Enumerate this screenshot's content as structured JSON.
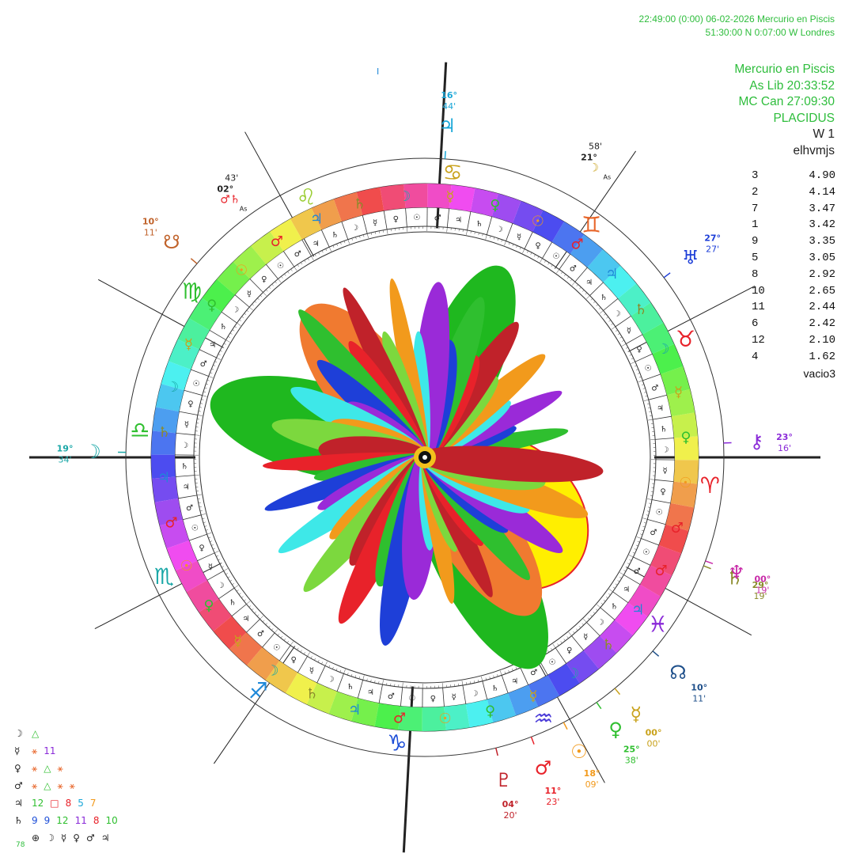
{
  "header": {
    "line1": "22:49:00 (0:00) 06-02-2026  Mercurio en Piscis",
    "line2": "51:30:00 N  0:07:00 W  Londres"
  },
  "info": {
    "title": "Mercurio en Piscis",
    "asc": "As Lib  20:33:52",
    "mc": "MC Can  27:09:30",
    "system": "PLACIDUS",
    "w": "W 1",
    "code": "elhvmjs",
    "vacio": "vacio3"
  },
  "scores": [
    {
      "house": "3",
      "value": "4.90"
    },
    {
      "house": "2",
      "value": "4.14"
    },
    {
      "house": "7",
      "value": "3.47"
    },
    {
      "house": "1",
      "value": "3.42"
    },
    {
      "house": "9",
      "value": "3.35"
    },
    {
      "house": "5",
      "value": "3.05"
    },
    {
      "house": "8",
      "value": "2.92"
    },
    {
      "house": "10",
      "value": "2.65"
    },
    {
      "house": "11",
      "value": "2.44"
    },
    {
      "house": "6",
      "value": "2.42"
    },
    {
      "house": "12",
      "value": "2.10"
    },
    {
      "house": "4",
      "value": "1.62"
    }
  ],
  "colors": {
    "accent_green": "#2ebd3c",
    "mars_red": "#e8222a",
    "venus_green": "#2fbf2f",
    "mercury_gold": "#c9a21c",
    "jupiter_blue": "#1e88d8",
    "saturn_olive": "#8a8a2a",
    "moon_teal": "#1aa7a7",
    "sun_orange": "#f29a1c"
  },
  "signs": [
    {
      "name": "Aries",
      "glyph": "♈",
      "color": "#e8222a"
    },
    {
      "name": "Tauro",
      "glyph": "♉",
      "color": "#e8222a"
    },
    {
      "name": "Géminis",
      "glyph": "♊",
      "color": "#e8662a"
    },
    {
      "name": "Cáncer",
      "glyph": "♋",
      "color": "#c9a21c"
    },
    {
      "name": "Leo",
      "glyph": "♌",
      "color": "#9acd32"
    },
    {
      "name": "Virgo",
      "glyph": "♍",
      "color": "#2fbf2f"
    },
    {
      "name": "Libra",
      "glyph": "♎",
      "color": "#2fbf2f"
    },
    {
      "name": "Escorpio",
      "glyph": "♏",
      "color": "#1aa7a7"
    },
    {
      "name": "Sagitario",
      "glyph": "♐",
      "color": "#1e88d8"
    },
    {
      "name": "Capricornio",
      "glyph": "♑",
      "color": "#1e4fd8"
    },
    {
      "name": "Acuario",
      "glyph": "♒",
      "color": "#4a3ad8"
    },
    {
      "name": "Piscis",
      "glyph": "♓",
      "color": "#8a2ad8"
    }
  ],
  "planet_labels": [
    {
      "name": "pluto",
      "glyph": "♇",
      "color": "#c0222a",
      "deg": "04°",
      "min": "20'",
      "lon": 304.3
    },
    {
      "name": "mars",
      "glyph": "♂",
      "color": "#e8222a",
      "deg": "11°",
      "min": "23'",
      "lon": 311.4
    },
    {
      "name": "sun",
      "glyph": "☉",
      "color": "#f29a1c",
      "deg": "18°",
      "min": "09'",
      "lon": 318.2
    },
    {
      "name": "venus",
      "glyph": "♀",
      "color": "#2fbf2f",
      "deg": "25°",
      "min": "38'",
      "lon": 325.6
    },
    {
      "name": "mercury",
      "glyph": "☿",
      "color": "#c9a21c",
      "deg": "00°",
      "min": "00'",
      "lon": 330.0
    },
    {
      "name": "north-node",
      "glyph": "☊",
      "color": "#1e4f8a",
      "deg": "10°",
      "min": "11'",
      "lon": 340.2
    },
    {
      "name": "saturn",
      "glyph": "♄",
      "color": "#8a8a2a",
      "deg": "29°",
      "min": "19'",
      "lon": 359.3
    },
    {
      "name": "neptune",
      "glyph": "♆",
      "color": "#c82aa8",
      "deg": "00°",
      "min": "19'",
      "lon": 0.3
    },
    {
      "name": "chiron",
      "glyph": "⚷",
      "color": "#8a2ad8",
      "deg": "23°",
      "min": "16'",
      "lon": 23.3
    },
    {
      "name": "uranus",
      "glyph": "♅",
      "color": "#1e3fd8",
      "deg": "27°",
      "min": "27'",
      "lon": 57.5
    },
    {
      "name": "jupiter",
      "glyph": "♃",
      "color": "#1aa7d8",
      "deg": "16°",
      "min": "44'",
      "lon": 106.7
    },
    {
      "name": "south-node",
      "glyph": "☋",
      "color": "#c0622a",
      "deg": "10°",
      "min": "11'",
      "lon": 160.2
    },
    {
      "name": "moon",
      "glyph": "☽",
      "color": "#1aa7a7",
      "deg": "19°",
      "min": "34'",
      "lon": 199.6
    }
  ],
  "as_labels": [
    {
      "name": "moon-as",
      "glyph": "☽",
      "color": "#c9a21c",
      "deg": "21°",
      "min": "58'",
      "tag": "As"
    },
    {
      "name": "mars-saturn-as",
      "glyph": "♂♄",
      "color": "#e8222a",
      "deg": "02°",
      "min": "43'",
      "tag": "As"
    }
  ],
  "aspect_rows": [
    {
      "planet": "☽",
      "items": [
        {
          "t": "△",
          "c": "#2fbf2f"
        }
      ]
    },
    {
      "planet": "☿",
      "items": [
        {
          "t": "⚹",
          "c": "#e8662a"
        },
        {
          "t": "11",
          "c": "#8a2ad8"
        }
      ]
    },
    {
      "planet": "♀",
      "items": [
        {
          "t": "⚹",
          "c": "#e8662a"
        },
        {
          "t": "△",
          "c": "#2fbf2f"
        },
        {
          "t": "⚹",
          "c": "#e8662a"
        }
      ]
    },
    {
      "planet": "♂",
      "items": [
        {
          "t": "⚹",
          "c": "#e8662a"
        },
        {
          "t": "△",
          "c": "#2fbf2f"
        },
        {
          "t": "⚹",
          "c": "#e8662a"
        },
        {
          "t": "⚹",
          "c": "#e8662a"
        }
      ]
    },
    {
      "planet": "♃",
      "items": [
        {
          "t": "12",
          "c": "#2fbf2f"
        },
        {
          "t": "□",
          "c": "#e8222a"
        },
        {
          "t": "8",
          "c": "#e8222a"
        },
        {
          "t": "5",
          "c": "#1aa7d8"
        },
        {
          "t": "7",
          "c": "#f29a1c"
        }
      ]
    },
    {
      "planet": "♄",
      "items": [
        {
          "t": "9",
          "c": "#1e4fd8"
        },
        {
          "t": "9",
          "c": "#1e4fd8"
        },
        {
          "t": "12",
          "c": "#2fbf2f"
        },
        {
          "t": "11",
          "c": "#8a2ad8"
        },
        {
          "t": "8",
          "c": "#e8222a"
        },
        {
          "t": "10",
          "c": "#2fbf2f"
        }
      ]
    },
    {
      "planet": "",
      "items": [
        {
          "t": "⊕",
          "c": "#222"
        },
        {
          "t": "☽",
          "c": "#222"
        },
        {
          "t": "☿",
          "c": "#222"
        },
        {
          "t": "♀",
          "c": "#222"
        },
        {
          "t": "♂",
          "c": "#222"
        },
        {
          "t": "♃",
          "c": "#222"
        }
      ]
    }
  ],
  "corner": "78",
  "mc_tag": "I"
}
